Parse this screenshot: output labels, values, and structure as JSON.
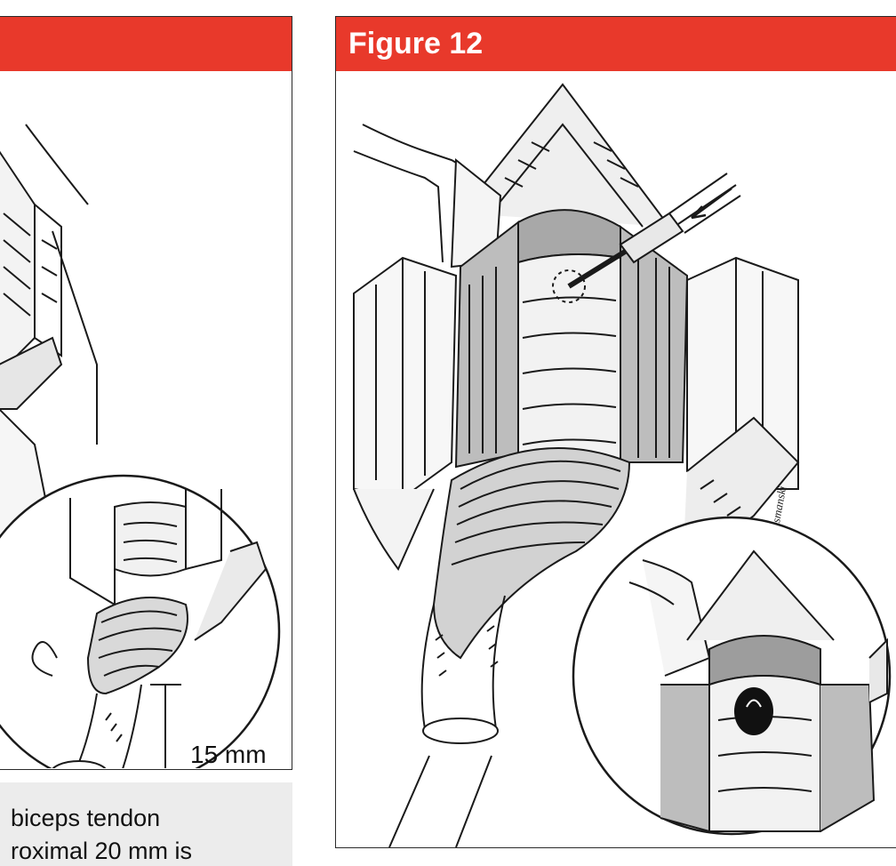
{
  "left_figure": {
    "title": "",
    "measurement_label": "15 mm"
  },
  "right_figure": {
    "title": "Figure 12",
    "signature": "Taylor Wesmanski"
  },
  "caption": {
    "line1": "biceps tendon",
    "line2": "roximal 20 mm is"
  },
  "colors": {
    "header_red": "#e8392b",
    "caption_gray": "#ececec",
    "line": "#1a1a1a"
  },
  "icons": [
    "arrow-icon",
    "drill-icon",
    "retractor-icon",
    "tunnel-hole-icon"
  ]
}
